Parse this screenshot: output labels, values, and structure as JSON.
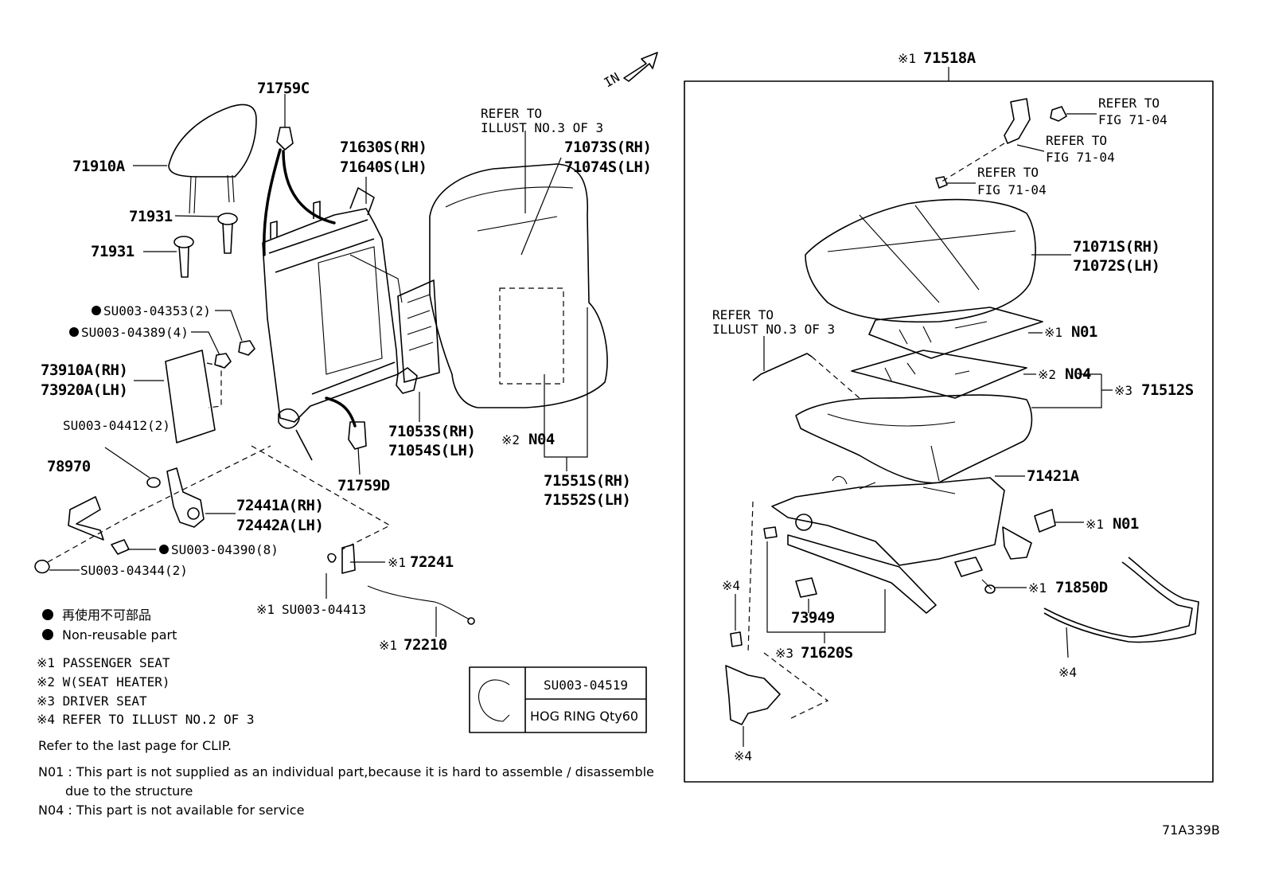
{
  "direction_label": "IN",
  "callouts": {
    "headrest": "71910A",
    "guide_upper": "71931",
    "guide_lower": "71931",
    "harness_clip_upper": "71759C",
    "frame_rh": "71630S(RH)",
    "frame_lh": "71640S(LH)",
    "bolt_1": "SU003-04353(2)",
    "bolt_2": "SU003-04389(4)",
    "shield_rh": "73910A(RH)",
    "shield_lh": "73920A(LH)",
    "screw_3": "SU003-04412(2)",
    "knob": "78970",
    "recliner_rh": "72441A(RH)",
    "recliner_lh": "72442A(LH)",
    "bolt_4": "SU003-04390(8)",
    "bolt_5": "SU003-04344(2)",
    "harness_clip_lower": "71759D",
    "back_cover_rh": "71073S(RH)",
    "back_cover_lh": "71074S(LH)",
    "refer_back_1": "REFER TO",
    "refer_back_2": "ILLUST NO.3 OF 3",
    "lumbar_rh": "71053S(RH)",
    "lumbar_lh": "71054S(LH)",
    "back_heater": "N04",
    "back_heater_mark": "※2",
    "back_pad_rh": "71551S(RH)",
    "back_pad_lh": "71552S(LH)",
    "lever": "72241",
    "lever_mark": "※1",
    "cable_screw": "SU003-04413",
    "cable_screw_mark": "※1",
    "cable": "72210",
    "cable_mark": "※1",
    "cushion_assy": "71518A",
    "cushion_assy_mark": "※1",
    "refer_fig_1a": "REFER TO",
    "refer_fig_1b": "FIG 71-04",
    "refer_fig_2a": "REFER TO",
    "refer_fig_2b": "FIG 71-04",
    "refer_fig_3a": "REFER TO",
    "refer_fig_3b": "FIG 71-04",
    "cushion_cover_rh": "71071S(RH)",
    "cushion_cover_lh": "71072S(LH)",
    "refer_cushion_1": "REFER TO",
    "refer_cushion_2": "ILLUST NO.3 OF 3",
    "sensor_mat": "N01",
    "sensor_mat_mark": "※1",
    "heater_mat": "N04",
    "heater_mat_mark": "※2",
    "cushion_pad": "71512S",
    "cushion_pad_mark": "※3",
    "cushion_frame": "71421A",
    "buckle_switch": "N01",
    "buckle_switch_mark": "※1",
    "seat_track_harness": "71850D",
    "seat_track_harness_mark": "※1",
    "clip_73949": "73949",
    "adjuster": "71620S",
    "adjuster_mark": "※3",
    "refer4_left": "※4",
    "refer4_bottom": "※4",
    "refer4_right": "※4"
  },
  "hog_ring_table": {
    "part_no": "SU003-04519",
    "description": "HOG RING Qty60"
  },
  "legend": {
    "nonreusable_ja": "再使用不可部品",
    "nonreusable_en": "Non-reusable part",
    "mark1": "※1  PASSENGER  SEAT",
    "mark2": "※2  W(SEAT  HEATER)",
    "mark3": "※3  DRIVER  SEAT",
    "mark4": "※4  REFER  TO ILLUST  NO.2  OF 3",
    "clip_note": "Refer to the last page for CLIP."
  },
  "notes": {
    "n01_line1": "N01 : This part is not supplied as an individual part,because it is hard to assemble / disassemble",
    "n01_line2": "due to the structure",
    "n04": "N04 : This part is not available for service"
  },
  "figure_id": "71A339B"
}
